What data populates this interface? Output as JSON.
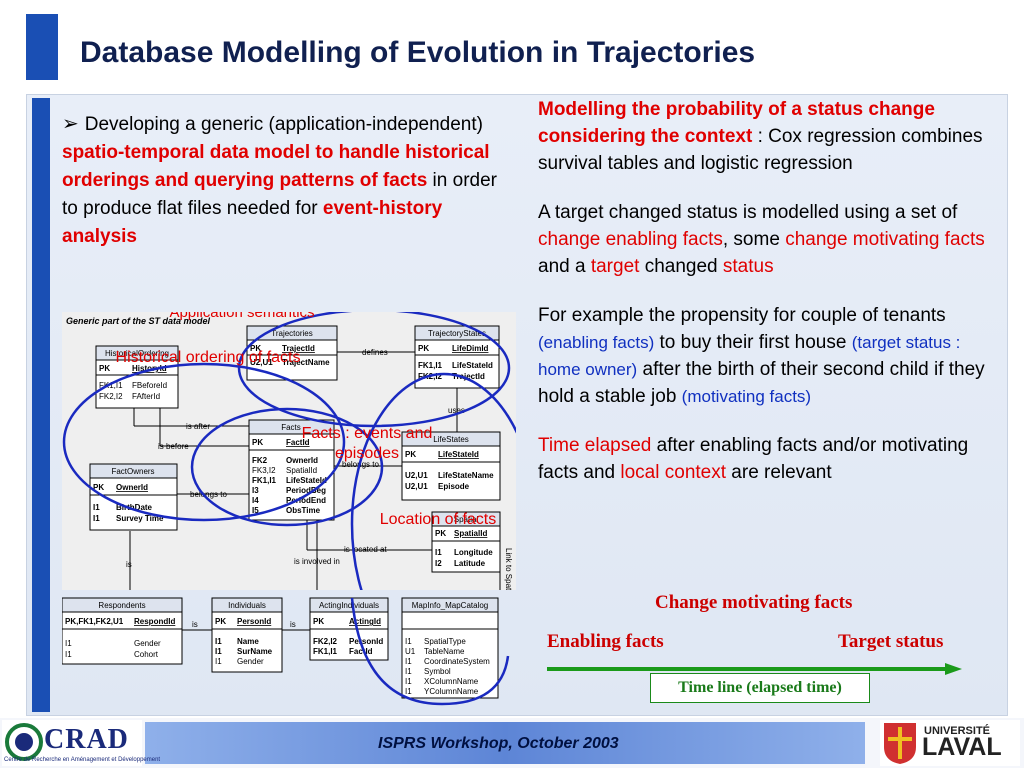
{
  "slide": {
    "title": "Database Modelling of Evolution in Trajectories"
  },
  "left_text": {
    "bullet": "➢",
    "p1": "Developing a generic (application-independent) ",
    "r1": "spatio-temporal data model to handle historical orderings and querying patterns of facts",
    "p2": " in order to produce flat files needed for ",
    "r2": "event-history analysis"
  },
  "diagram": {
    "title": "Generic part of the ST data model",
    "annotations": {
      "application": "Application semantics",
      "historical": "Historical ordering of facts",
      "facts": "Facts : events and episodes",
      "location": "Location of facts"
    },
    "entities": {
      "trajectories": {
        "name": "Trajectories",
        "k1": "PK",
        "f1": "TrajectId",
        "k2": "U2,U1",
        "f2": "TrajectName"
      },
      "trajectory_states": {
        "name": "TrajectoryStates",
        "k1": "PK",
        "f1": "LifeDimId",
        "k2": "FK1,I1",
        "f2": "LifeStateId",
        "k3": "FK2,I2",
        "f3": "TrajectId"
      },
      "hist": {
        "name": "HistoricalOrdering",
        "k1": "PK",
        "f1": "HistoryId",
        "k2": "FK1,I1",
        "f2": "FBeforeId",
        "k3": "FK2,I2",
        "f3": "FAfterId"
      },
      "facts": {
        "name": "Facts",
        "k1": "PK",
        "f1": "FactId",
        "k2": "FK2",
        "f2": "OwnerId",
        "k3": "FK3,I2",
        "f3": "SpatialId",
        "k4": "FK1,I1",
        "f4": "LifeStateId",
        "k5": "I3",
        "f5": "PeriodBeg",
        "k6": "I4",
        "f6": "PeriodEnd",
        "k7": "I5",
        "f7": "ObsTime"
      },
      "life_states": {
        "name": "LifeStates",
        "k1": "PK",
        "f1": "LifeStateId",
        "k2": "U2,U1",
        "f2": "LifeStateName",
        "k3": "U2,U1",
        "f3": "Episode"
      },
      "fact_owners": {
        "name": "FactOwners",
        "k1": "PK",
        "f1": "OwnerId",
        "k2": "I1",
        "f2": "BirthDate",
        "k3": "I1",
        "f3": "Survey Time"
      },
      "spatial": {
        "name": "Spatial",
        "k1": "PK",
        "f1": "SpatialId",
        "k2": "I1",
        "f2": "Longitude",
        "k3": "I2",
        "f3": "Latitude"
      },
      "respondents": {
        "name": "Respondents",
        "k1": "PK,FK1,FK2,U1",
        "f1": "RespondId",
        "k2": "I1",
        "f2": "Gender",
        "k3": "I1",
        "f3": "Cohort"
      },
      "individuals": {
        "name": "Individuals",
        "k1": "PK",
        "f1": "PersonId",
        "k2": "I1",
        "f2": "Name",
        "k3": "I1",
        "f3": "SurName",
        "k4": "I1",
        "f4": "Gender"
      },
      "acting": {
        "name": "ActingIndividuals",
        "k1": "PK",
        "f1": "ActingId",
        "k2": "FK2,I2",
        "f2": "PersonId",
        "k3": "FK1,I1",
        "f3": "FactId"
      },
      "mapinfo": {
        "name": "MapInfo_MapCatalog",
        "k1": "I1",
        "f1": "SpatialType",
        "k2": "U1",
        "f2": "TableName",
        "k3": "I1",
        "f3": "CoordinateSystem",
        "k4": "I1",
        "f4": "Symbol",
        "k5": "I1",
        "f5": "XColumnName",
        "k6": "I1",
        "f6": "YColumnName"
      }
    },
    "relations": {
      "defines": "defines",
      "uses": "uses",
      "is_after": "is after",
      "is_before": "is before",
      "belongs_to_a": "belongs to",
      "belongs_to_b": "belongs to",
      "is_located_at": "is located at",
      "is_involved_in": "is involved in",
      "is_a": "is",
      "is_b": "is",
      "is_c": "is",
      "link": "Link to Spatialware"
    }
  },
  "right_text": {
    "b1_red": "Modelling the probability of a status change considering the context",
    "b1_rest": " : Cox regression combines survival tables and logistic regression",
    "b2_a": "A target changed status is modelled using a set of ",
    "b2_r1": "change enabling facts",
    "b2_b": ", some ",
    "b2_r2": "change motivating facts",
    "b2_c": " and a ",
    "b2_r3": "target",
    "b2_d": " changed ",
    "b2_r4": "status",
    "b3_a": "For example the propensity for couple of tenants ",
    "b3_blue1": "(enabling facts)",
    "b3_b": " to buy their first house ",
    "b3_blue2": "(target status : home owner)",
    "b3_c": " after the birth of their second child if they hold a stable job ",
    "b3_blue3": "(motivating facts)",
    "b4_r1": "Time elapsed",
    "b4_a": " after enabling facts and/or motivating facts and ",
    "b4_r2": "local context",
    "b4_b": " are relevant"
  },
  "timeline": {
    "change_motivating": "Change motivating facts",
    "enabling": "Enabling facts",
    "target": "Target status",
    "axis_label": "Time line (elapsed time)"
  },
  "footer": {
    "text": "ISPRS Workshop, October 2003",
    "left_logo": "CRAD",
    "left_logo_sub": "Centre de Recherche en Aménagement et Développement",
    "right_logo_top": "UNIVERSITÉ",
    "right_logo": "LAVAL"
  },
  "colors": {
    "accent_blue": "#1a4fb4",
    "red": "#e00000",
    "oval": "#1a2ac0",
    "green": "#1a8a1a"
  }
}
